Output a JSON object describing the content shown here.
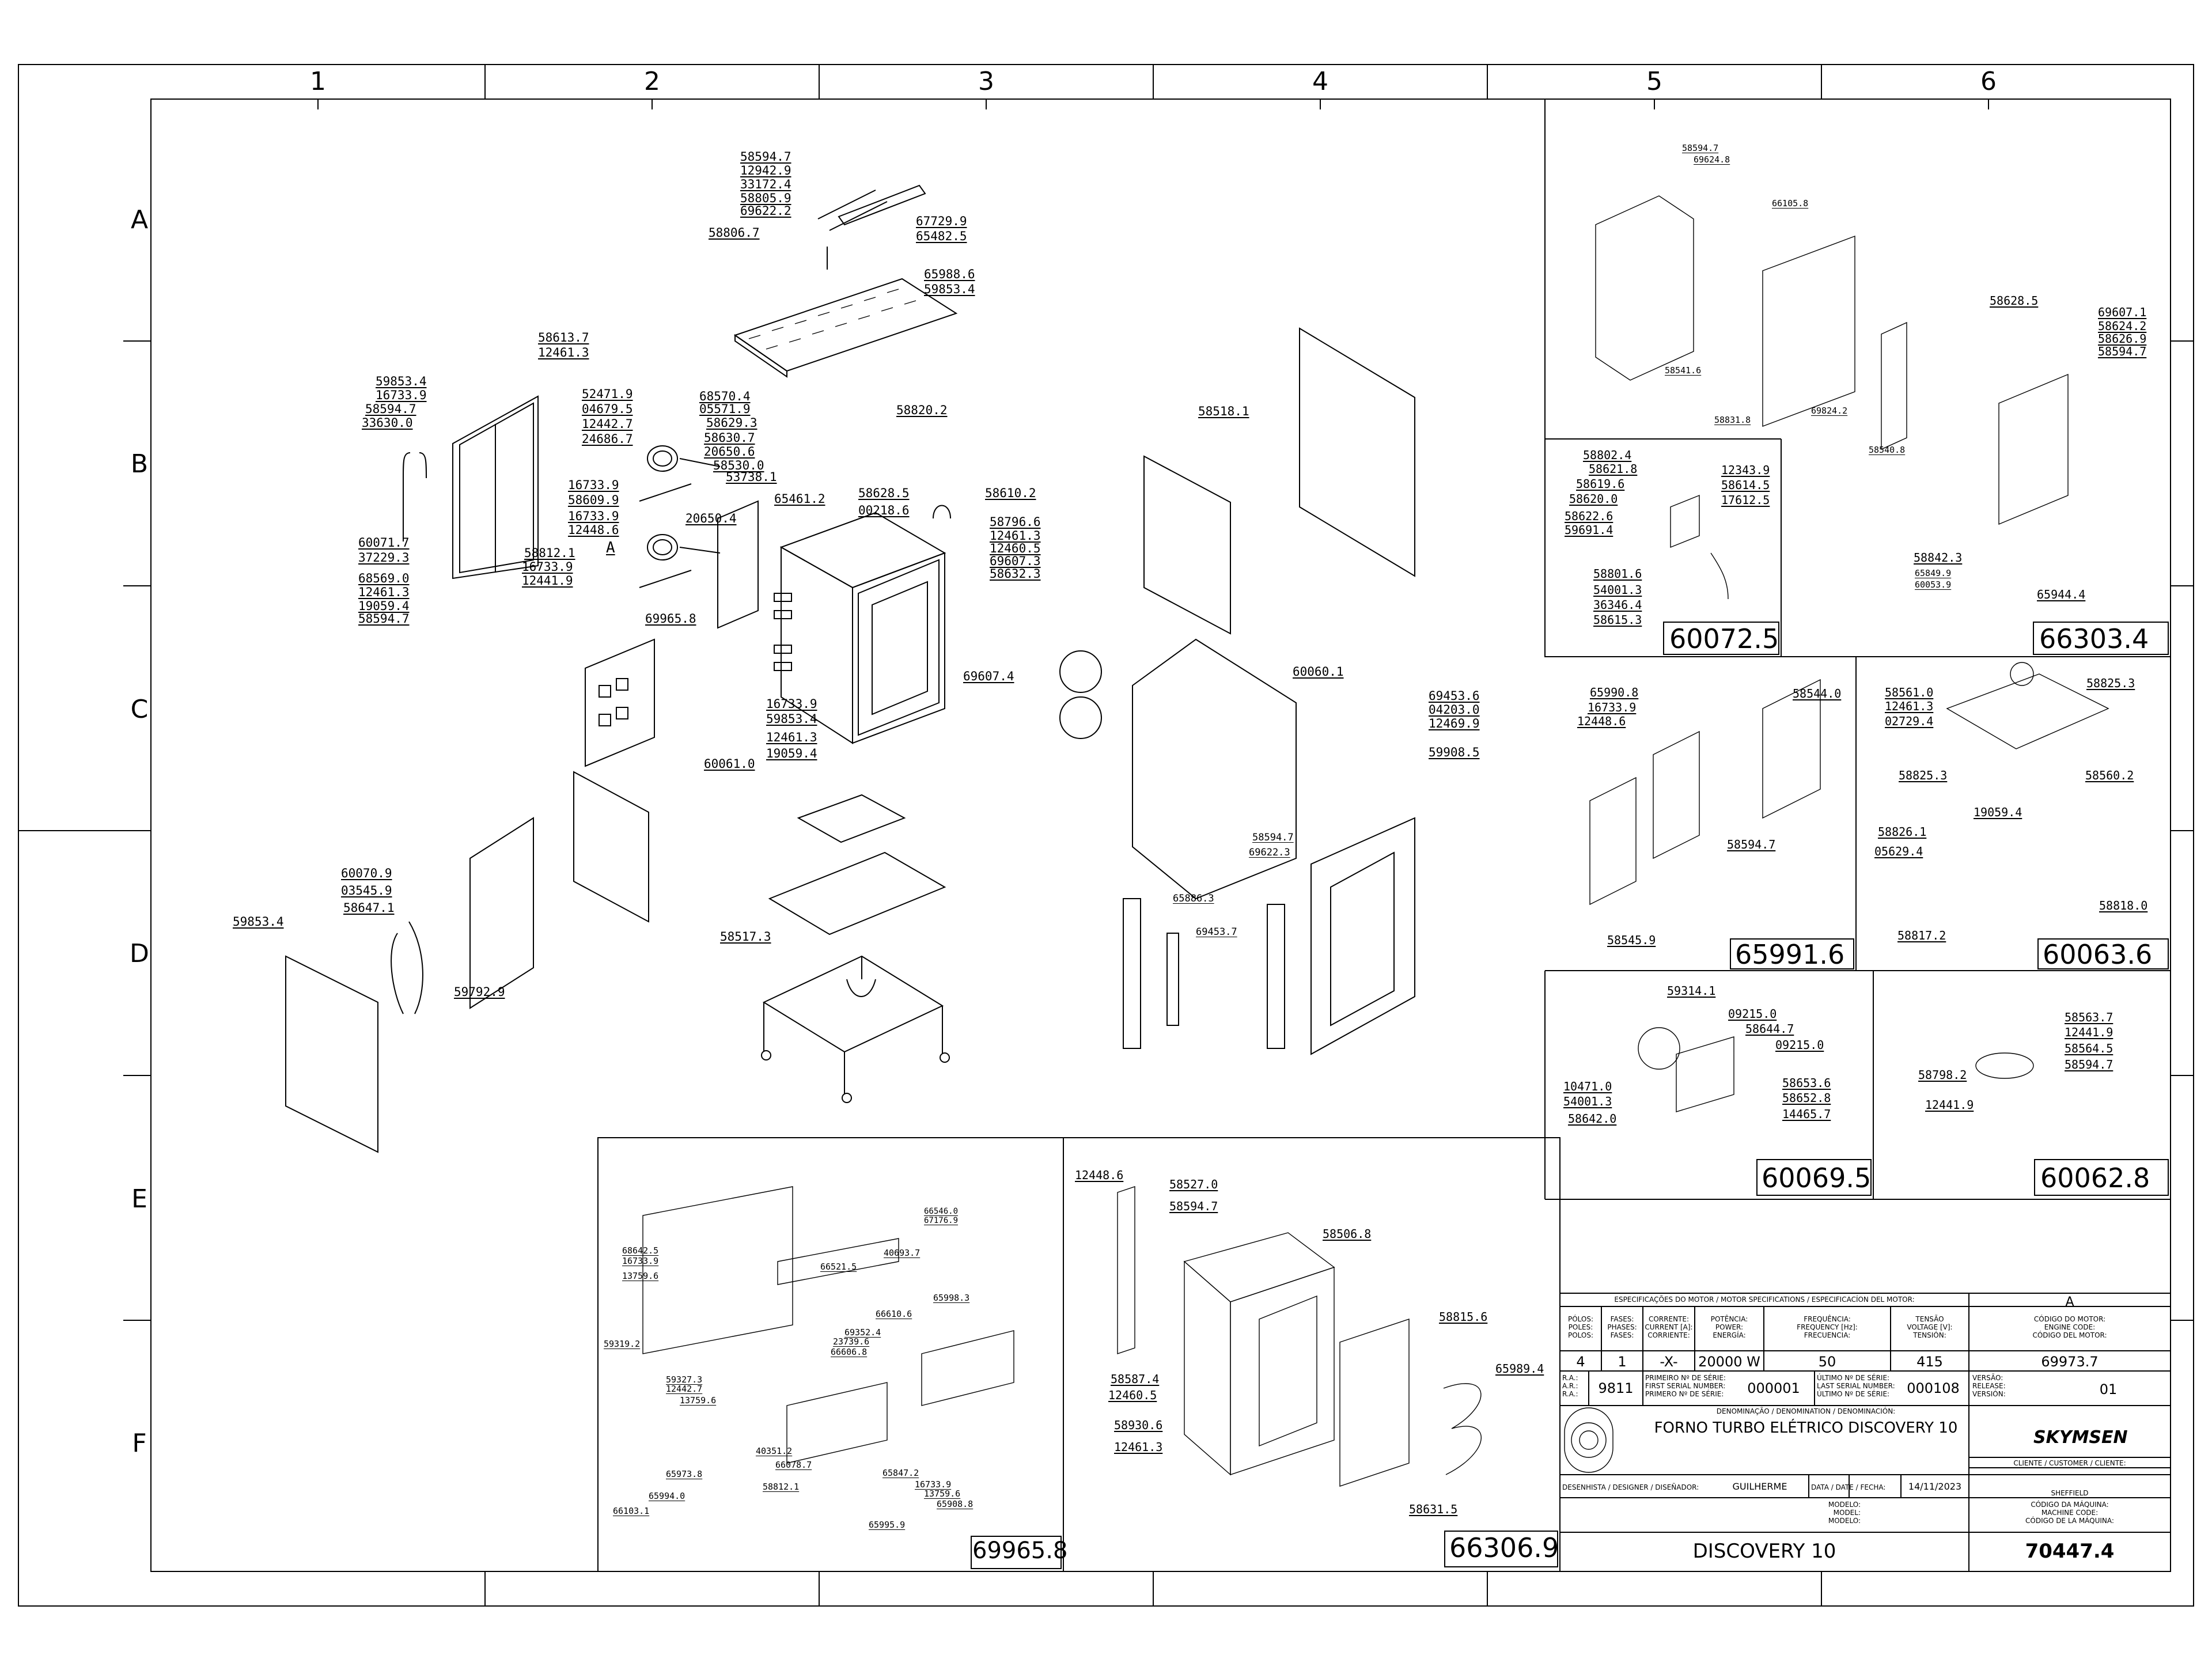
{
  "frame": {
    "column_labels": [
      "1",
      "2",
      "3",
      "4",
      "5",
      "6"
    ],
    "row_labels": [
      "A",
      "B",
      "C",
      "D",
      "E",
      "F"
    ]
  },
  "main_parts": [
    "58594.7",
    "12942.9",
    "33172.4",
    "58805.9",
    "69622.2",
    "67729.9",
    "65482.5",
    "58806.7",
    "65988.6",
    "59853.4",
    "58613.7",
    "12461.3",
    "59853.4",
    "16733.9",
    "58594.7",
    "33630.0",
    "52471.9",
    "04679.5",
    "12442.7",
    "24686.7",
    "68570.4",
    "05571.9",
    "58629.3",
    "58630.7",
    "20650.6",
    "58530.0",
    "53738.1",
    "58820.2",
    "16733.9",
    "58609.9",
    "16733.9",
    "12448.6",
    "20650.4",
    "65461.2",
    "58628.5",
    "00218.6",
    "58610.2",
    "58796.6",
    "12461.3",
    "12460.5",
    "69607.3",
    "58632.3",
    "60071.7",
    "37229.3",
    "68569.0",
    "12461.3",
    "19059.4",
    "58594.7",
    "58812.1",
    "16733.9",
    "12441.9",
    "A",
    "69965.8",
    "69607.4",
    "16733.9",
    "59853.4",
    "12461.3",
    "19059.4",
    "60061.0",
    "58518.1",
    "60060.1",
    "69453.6",
    "04203.0",
    "12469.9",
    "59908.5",
    "60070.9",
    "03545.9",
    "58647.1",
    "59792.9",
    "59853.4",
    "58517.3",
    "58594.7",
    "69622.3",
    "65886.3",
    "69453.7"
  ],
  "inset_a": {
    "code": "66303.4",
    "parts": [
      "58594.7",
      "69624.8",
      "66105.8",
      "58541.6",
      "58831.8",
      "69824.2",
      "58540.8",
      "58628.5",
      "69607.1",
      "58624.2",
      "58626.9",
      "58594.7",
      "58842.3",
      "65849.9",
      "60053.9",
      "65944.4"
    ]
  },
  "inset_b": {
    "code": "60072.5",
    "parts": [
      "58802.4",
      "58621.8",
      "58619.6",
      "58620.0",
      "58622.6",
      "59691.4",
      "12343.9",
      "58614.5",
      "17612.5",
      "58801.6",
      "54001.3",
      "36346.4",
      "58615.3"
    ]
  },
  "inset_c": {
    "code": "65991.6",
    "parts": [
      "65990.8",
      "16733.9",
      "12448.6",
      "58544.0",
      "58594.7",
      "58545.9"
    ]
  },
  "inset_d": {
    "code": "60063.6",
    "parts": [
      "58561.0",
      "12461.3",
      "02729.4",
      "58825.3",
      "58825.3",
      "58560.2",
      "19059.4",
      "58826.1",
      "05629.4",
      "58818.0",
      "58817.2"
    ]
  },
  "inset_e": {
    "code": "60069.5",
    "parts": [
      "59314.1",
      "09215.0",
      "58644.7",
      "09215.0",
      "10471.0",
      "54001.3",
      "58642.0",
      "58653.6",
      "58652.8",
      "14465.7"
    ]
  },
  "inset_f": {
    "code": "60062.8",
    "parts": [
      "58563.7",
      "12441.9",
      "58564.5",
      "58594.7",
      "58798.2",
      "12441.9"
    ]
  },
  "inset_g": {
    "code": "69965.8",
    "parts": [
      "66546.0",
      "67176.9",
      "68642.5",
      "16733.9",
      "13759.6",
      "40693.7",
      "66521.5",
      "66610.6",
      "65998.3",
      "59319.2",
      "69352.4",
      "23739.6",
      "66606.8",
      "59327.3",
      "12442.7",
      "13759.6",
      "40351.2",
      "66078.7",
      "65847.2",
      "16733.9",
      "13759.6",
      "65908.8",
      "65973.8",
      "58812.1",
      "65994.0",
      "66103.1",
      "65995.9"
    ]
  },
  "inset_h": {
    "code": "66306.9",
    "parts": [
      "12448.6",
      "58527.0",
      "58594.7",
      "58506.8",
      "58587.4",
      "12460.5",
      "58930.6",
      "12461.3",
      "58815.6",
      "65989.4",
      "58631.5"
    ]
  },
  "title_block": {
    "spec_header": "ESPECIFICAÇÕES DO MOTOR / MOTOR SPECIFICATIONS / ESPECIFICACÍON DEL MOTOR:",
    "rev_header": "A",
    "col_heads": [
      "PÓLOS:\nPOLES:\nPOLOS:",
      "FASES:\nPHASES:\nFASES:",
      "CORRENTE:\nCURRENT [A]:\nCORRIENTE:",
      "POTÊNCIA:\nPOWER:\nENERGÍA:",
      "FREQUÊNCIA:\nFREQUENCY [Hz]:\nFRECUENCIA:",
      "TENSÃO\nVOLTAGE [V]:\nTENSIÓN:",
      "CÓDIGO DO MOTOR:\nENGINE CODE:\nCÓDIGO DEL MOTOR:"
    ],
    "col_vals": [
      "4",
      "1",
      "-X-",
      "20000 W",
      "50",
      "415",
      "69973.7"
    ],
    "ra_labels": "R.A.:\nA.R.:\nR.A.:",
    "ra_value": "9811",
    "first_serial_label": "PRIMEIRO Nº DE SÉRIE:\nFIRST SERIAL NUMBER:\nPRIMERO Nº DE SÉRIE:",
    "first_serial": "000001",
    "last_serial_label": "ÚLTIMO Nº DE SÉRIE:\nLAST SERIAL NUMBER:\nÚLTIMO Nº DE SÉRIE:",
    "last_serial": "000108",
    "version_label": "VERSÃO:\nRELEASE:\nVERSIÓN:",
    "version": "01",
    "denomination_label": "DENOMINAÇÃO / DENOMINATION / DENOMINACIÓN:",
    "denomination": "FORNO TURBO ELÉTRICO DISCOVERY 10",
    "brand": "SKYMSEN",
    "designer_label": "DESENHISTA / DESIGNER / DISEÑADOR:",
    "designer": "GUILHERME",
    "date_label": "DATA / DATE / FECHA:",
    "date": "14/11/2023",
    "client_label": "CLIENTE / CUSTOMER / CLIENTE:",
    "client": "SHEFFIELD",
    "model_label": "MODELO:\nMODEL:\nMODELO:",
    "model": "DISCOVERY 10",
    "machine_code_label": "CÓDIGO DA MÁQUINA:\nMACHINE CODE:\nCÓDIGO DE LA MÁQUINA:",
    "machine_code": "70447.4"
  }
}
